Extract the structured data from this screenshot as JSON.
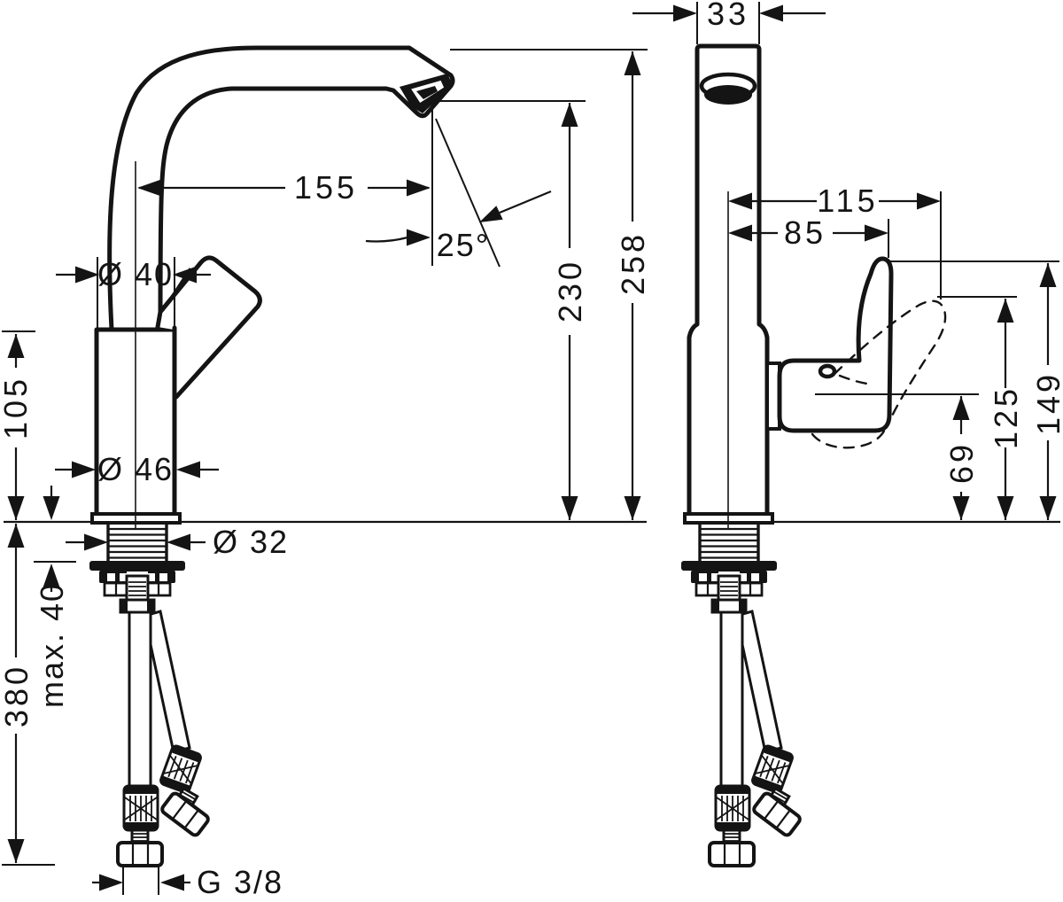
{
  "drawing": {
    "kind": "technical dimension drawing",
    "subject": "single-lever basin mixer faucet, side view and front view",
    "line_color": "#141414",
    "background": "#ffffff"
  },
  "dims": {
    "spout_reach": "155",
    "spray_angle": "25°",
    "height_to_outlet": "230",
    "overall_height": "258",
    "neck_diameter": "Ø 40",
    "body_diameter": "Ø 46",
    "shank_diameter": "Ø 32",
    "deck_to_body_top": "105",
    "max_mounting_thickness": "max. 40",
    "hose_length_below_deck": "380",
    "supply_connection": "G 3/8",
    "spout_end_width": "33",
    "handle_swing_reach": "115",
    "handle_reach": "85",
    "handle_top_height": "149",
    "handle_raised_height": "125",
    "handle_pivot_height": "69"
  }
}
